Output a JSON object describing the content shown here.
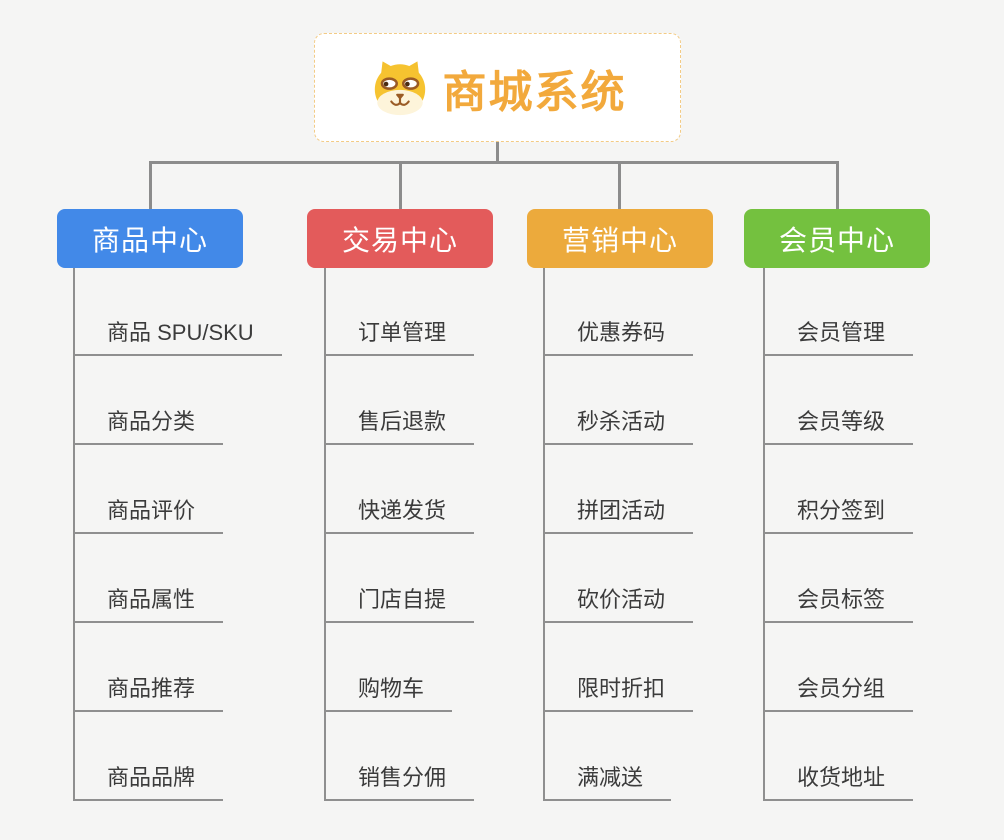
{
  "canvas": {
    "background": "#f5f5f4"
  },
  "root": {
    "label": "商城系统",
    "text_color": "#f2a93c",
    "border_color": "#f3cb85",
    "icon": "shiba-dog-face-icon"
  },
  "connectors": {
    "color": "#8c8c8c",
    "underline_color": "#8f8f8f"
  },
  "branches": [
    {
      "label": "商品中心",
      "color": "#4289e8",
      "items": [
        "商品 SPU/SKU",
        "商品分类",
        "商品评价",
        "商品属性",
        "商品推荐",
        "商品品牌"
      ]
    },
    {
      "label": "交易中心",
      "color": "#e35b5b",
      "items": [
        "订单管理",
        "售后退款",
        "快递发货",
        "门店自提",
        "购物车",
        "销售分佣"
      ]
    },
    {
      "label": "营销中心",
      "color": "#ecaa3c",
      "items": [
        "优惠券码",
        "秒杀活动",
        "拼团活动",
        "砍价活动",
        "限时折扣",
        "满减送"
      ]
    },
    {
      "label": "会员中心",
      "color": "#74c13f",
      "items": [
        "会员管理",
        "会员等级",
        "积分签到",
        "会员标签",
        "会员分组",
        "收货地址"
      ]
    }
  ]
}
